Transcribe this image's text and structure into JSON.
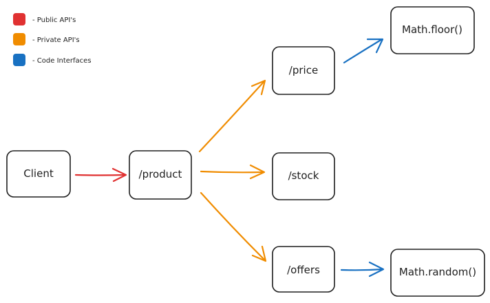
{
  "legend": [
    {
      "label": "- Public API's",
      "color": "#e03131"
    },
    {
      "label": "- Private API's",
      "color": "#f08c00"
    },
    {
      "label": "- Code Interfaces",
      "color": "#1971c2"
    }
  ],
  "nodes": {
    "client": "Client",
    "product": "/product",
    "price": "/price",
    "stock": "/stock",
    "offers": "/offers",
    "math_floor": "Math.floor()",
    "math_random": "Math.random()"
  },
  "edges": [
    {
      "from": "Client",
      "to": "/product",
      "kind": "public",
      "color": "#e03131"
    },
    {
      "from": "/product",
      "to": "/price",
      "kind": "private",
      "color": "#f08c00"
    },
    {
      "from": "/product",
      "to": "/stock",
      "kind": "private",
      "color": "#f08c00"
    },
    {
      "from": "/product",
      "to": "/offers",
      "kind": "private",
      "color": "#f08c00"
    },
    {
      "from": "/price",
      "to": "Math.floor()",
      "kind": "code",
      "color": "#1971c2"
    },
    {
      "from": "/offers",
      "to": "Math.random()",
      "kind": "code",
      "color": "#1971c2"
    }
  ]
}
